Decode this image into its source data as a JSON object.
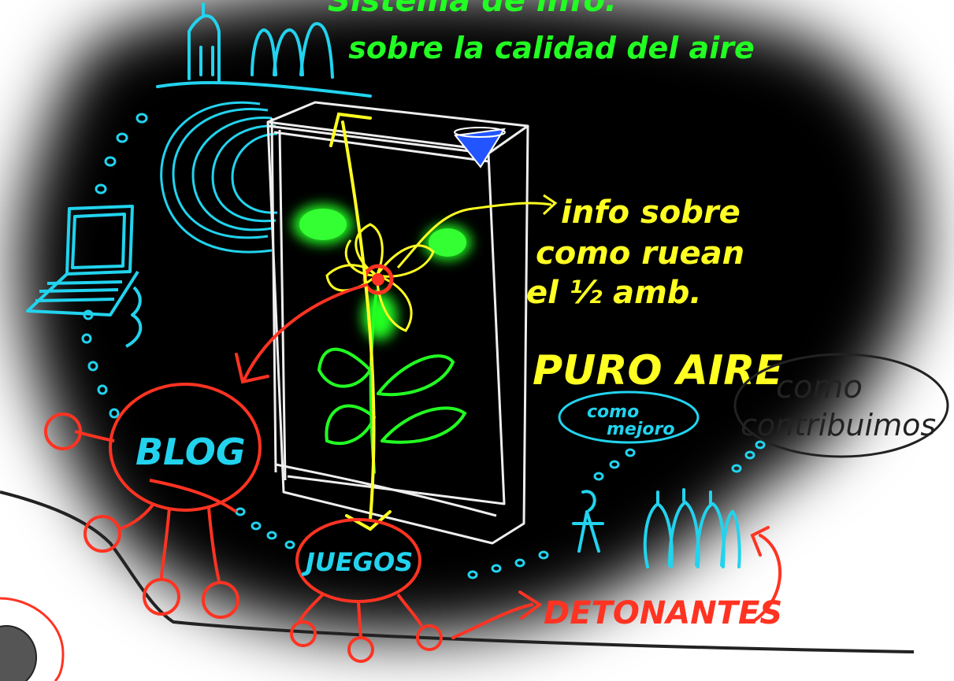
{
  "title": {
    "line1": "Sistema de info:",
    "line2": "sobre la calidad del aire"
  },
  "info_note": {
    "line1": "info sobre",
    "line2": "como ruean",
    "line3": "el ½ amb."
  },
  "puro_aire": "PURO AIRE",
  "como_mejoro": {
    "line1": "como",
    "line2": "mejoro"
  },
  "como_contribuimos": {
    "line1": "como",
    "line2": "contribuimos"
  },
  "blog": "BLOG",
  "juegos": "JUEGOS",
  "detonantes": "DETONANTES",
  "colors": {
    "background": "#000000",
    "frame": "#eeeeee",
    "cyan": "#22d3ee",
    "green": "#22ff22",
    "yellow": "#ffff22",
    "red": "#ff3322",
    "blue": "#2255ff",
    "ink": "#222222"
  }
}
